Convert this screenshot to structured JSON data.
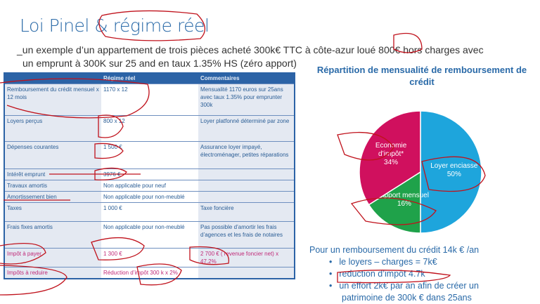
{
  "title": "Loi Pinel &  régime réel",
  "intro": {
    "line1": "_un exemple d’un appartement de trois pièces acheté 300k€ TTC à côte-azur loué 800€ hors charges avec",
    "line2": "un emprunt à 300K sur 25 and en taux 1.35% HS (zéro apport)"
  },
  "table": {
    "headers": [
      "",
      "Régime réel",
      "Commentaires"
    ],
    "rows": [
      [
        "Remboursement du crédit mensuel x 12 mois",
        "1170 x 12",
        "Mensualité 1170 euros sur 25ans avec taux 1.35% pour emprunter 300k"
      ],
      [
        "Loyers perçus",
        "800 x 12",
        "Loyer platfonné déterminé par zone"
      ],
      [
        "Dépenses courantes",
        "1 500 €",
        "Assurance loyer impayé, électroménager, petites réparations"
      ],
      [
        "Intérêt emprunt",
        "3976 €",
        ""
      ],
      [
        "Travaux amortis",
        "Non applicable pour neuf",
        ""
      ],
      [
        "Amortissement bien",
        "Non applicable pour non-meublé",
        ""
      ],
      [
        "Taxes",
        "1 000 €",
        "Taxe foncière"
      ],
      [
        "Frais fixes amortis",
        "Non applicable pour non-meublé",
        "Pas possible d’amortir les frais d’agences et les frais de notaires"
      ],
      [
        "Impôt à payer",
        "1 300 €",
        "2 700 € ( revenue foncier net)  x 47.2%"
      ],
      [
        "Impôts à reduire",
        "Réduction d’impôt 300 k x 2%",
        ""
      ]
    ]
  },
  "chart_data": {
    "type": "pie",
    "title": "Répartition de mensualité de remboursement de crédit",
    "slices": [
      {
        "label": "Loyer enciasse",
        "value": 50,
        "display": "50%",
        "color": "#1ea5dc"
      },
      {
        "label": "Apport mensuel",
        "value": 16,
        "display": "16%",
        "color": "#1fa24a"
      },
      {
        "label": "Economie d’impôt*",
        "value": 34,
        "display": "34%",
        "color": "#d0105e"
      }
    ]
  },
  "summary": {
    "heading": "Pour un remboursement du crédit  14k € /an",
    "bullets": [
      "le loyers – charges = 7k€",
      "reduction d’impôt 4.7k",
      "un effort 2k€ par an  afin de créer un",
      "patrimoine de 300k € dans 25ans"
    ]
  },
  "colors": {
    "accent": "#2a6aa8",
    "header": "#2c63a6",
    "annotation": "#c0121c",
    "pink": "#c02a78"
  }
}
